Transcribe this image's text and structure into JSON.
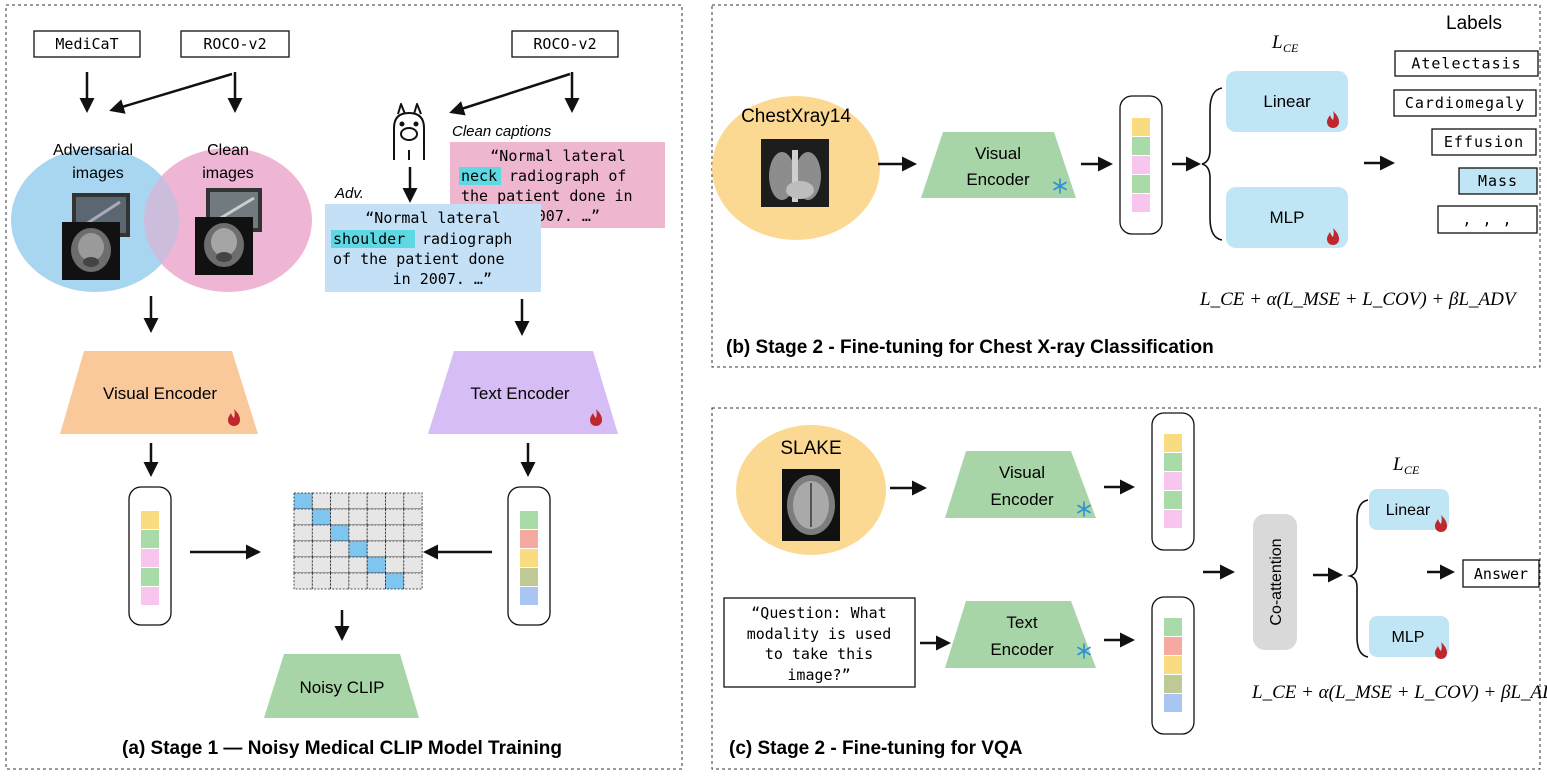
{
  "panel_a": {
    "caption": "(a) Stage 1 — Noisy Medical CLIP Model Training",
    "sources": {
      "medicat": "MediCaT",
      "roco_left": "ROCO-v2",
      "roco_right": "ROCO-v2"
    },
    "adversarial_label": [
      "Adversarial",
      "images"
    ],
    "clean_label": [
      "Clean",
      "images"
    ],
    "clean_captions_label": "Clean captions",
    "adv_label": "Adv.",
    "clean_caption": {
      "line1": "“Normal lateral",
      "line2_highlight": "neck",
      "line2_rest": " radiograph of",
      "line3": "the patient done in",
      "line4": "2007. …”"
    },
    "adv_caption": {
      "line1": "“Normal lateral",
      "line2_highlight": "shoulder",
      "line2_rest": " radiograph",
      "line3": "of the patient done",
      "line4": "in 2007. …”"
    },
    "visual_encoder": "Visual Encoder",
    "text_encoder": "Text Encoder",
    "noisy_clip": "Noisy CLIP"
  },
  "panel_b": {
    "caption": "(b) Stage 2 - Fine-tuning for Chest X-ray Classification",
    "dataset": "ChestXray14",
    "encoder": [
      "Visual",
      "Encoder"
    ],
    "loss_ce": {
      "L": "L",
      "sub": "CE"
    },
    "head_linear": "Linear",
    "head_mlp": "MLP",
    "labels_title": "Labels",
    "labels": [
      "Atelectasis",
      "Cardiomegaly",
      "Effusion",
      "Mass",
      ", , ,"
    ],
    "highlight_color": "#c0e6f6",
    "formula": "L_CE + α(L_MSE + L_COV) + βL_ADV"
  },
  "panel_c": {
    "caption": "(c) Stage 2 - Fine-tuning for VQA",
    "dataset": "SLAKE",
    "visual_encoder": [
      "Visual",
      "Encoder"
    ],
    "text_encoder": [
      "Text",
      "Encoder"
    ],
    "question": [
      "“Question: What",
      "modality is used",
      "to take this",
      "image?”"
    ],
    "coattention": "Co-attention",
    "loss_ce": {
      "L": "L",
      "sub": "CE"
    },
    "head_linear": "Linear",
    "head_mlp": "MLP",
    "answer": "Answer",
    "formula": "L_CE + α(L_MSE + L_COV) + βL_ADV"
  },
  "colors": {
    "visual_encoder_stage1": "#f9c99b",
    "text_encoder_stage1": "#d7bdf5",
    "encoder_stage2": "#a8d5a8",
    "adversarial_circle": "#a8d6f2",
    "clean_circle": "#eba8cc",
    "dataset_circle": "#fbd993",
    "head_box": "#c0e6f6",
    "clean_caption_bg": "#eeb6cf",
    "adv_caption_bg": "#c3e0f7",
    "highlight": "#5ed9e4",
    "fire": "#c0262d",
    "snowflake": "#2d8fd5"
  },
  "embedding_colors": {
    "image_tokens": [
      "#f9dc7f",
      "#a8dba8",
      "#f7c5ee",
      "#a8dba8",
      "#f7c5ee"
    ],
    "text_tokens": [
      "#a8dba8",
      "#f6a9a0",
      "#f9dc7f",
      "#bfc995",
      "#a9c5f1"
    ]
  },
  "matrix": {
    "rows": 6,
    "cols": 7,
    "diagonal_color": "#7ec5f0",
    "cell_color": "#e6e6e6"
  }
}
